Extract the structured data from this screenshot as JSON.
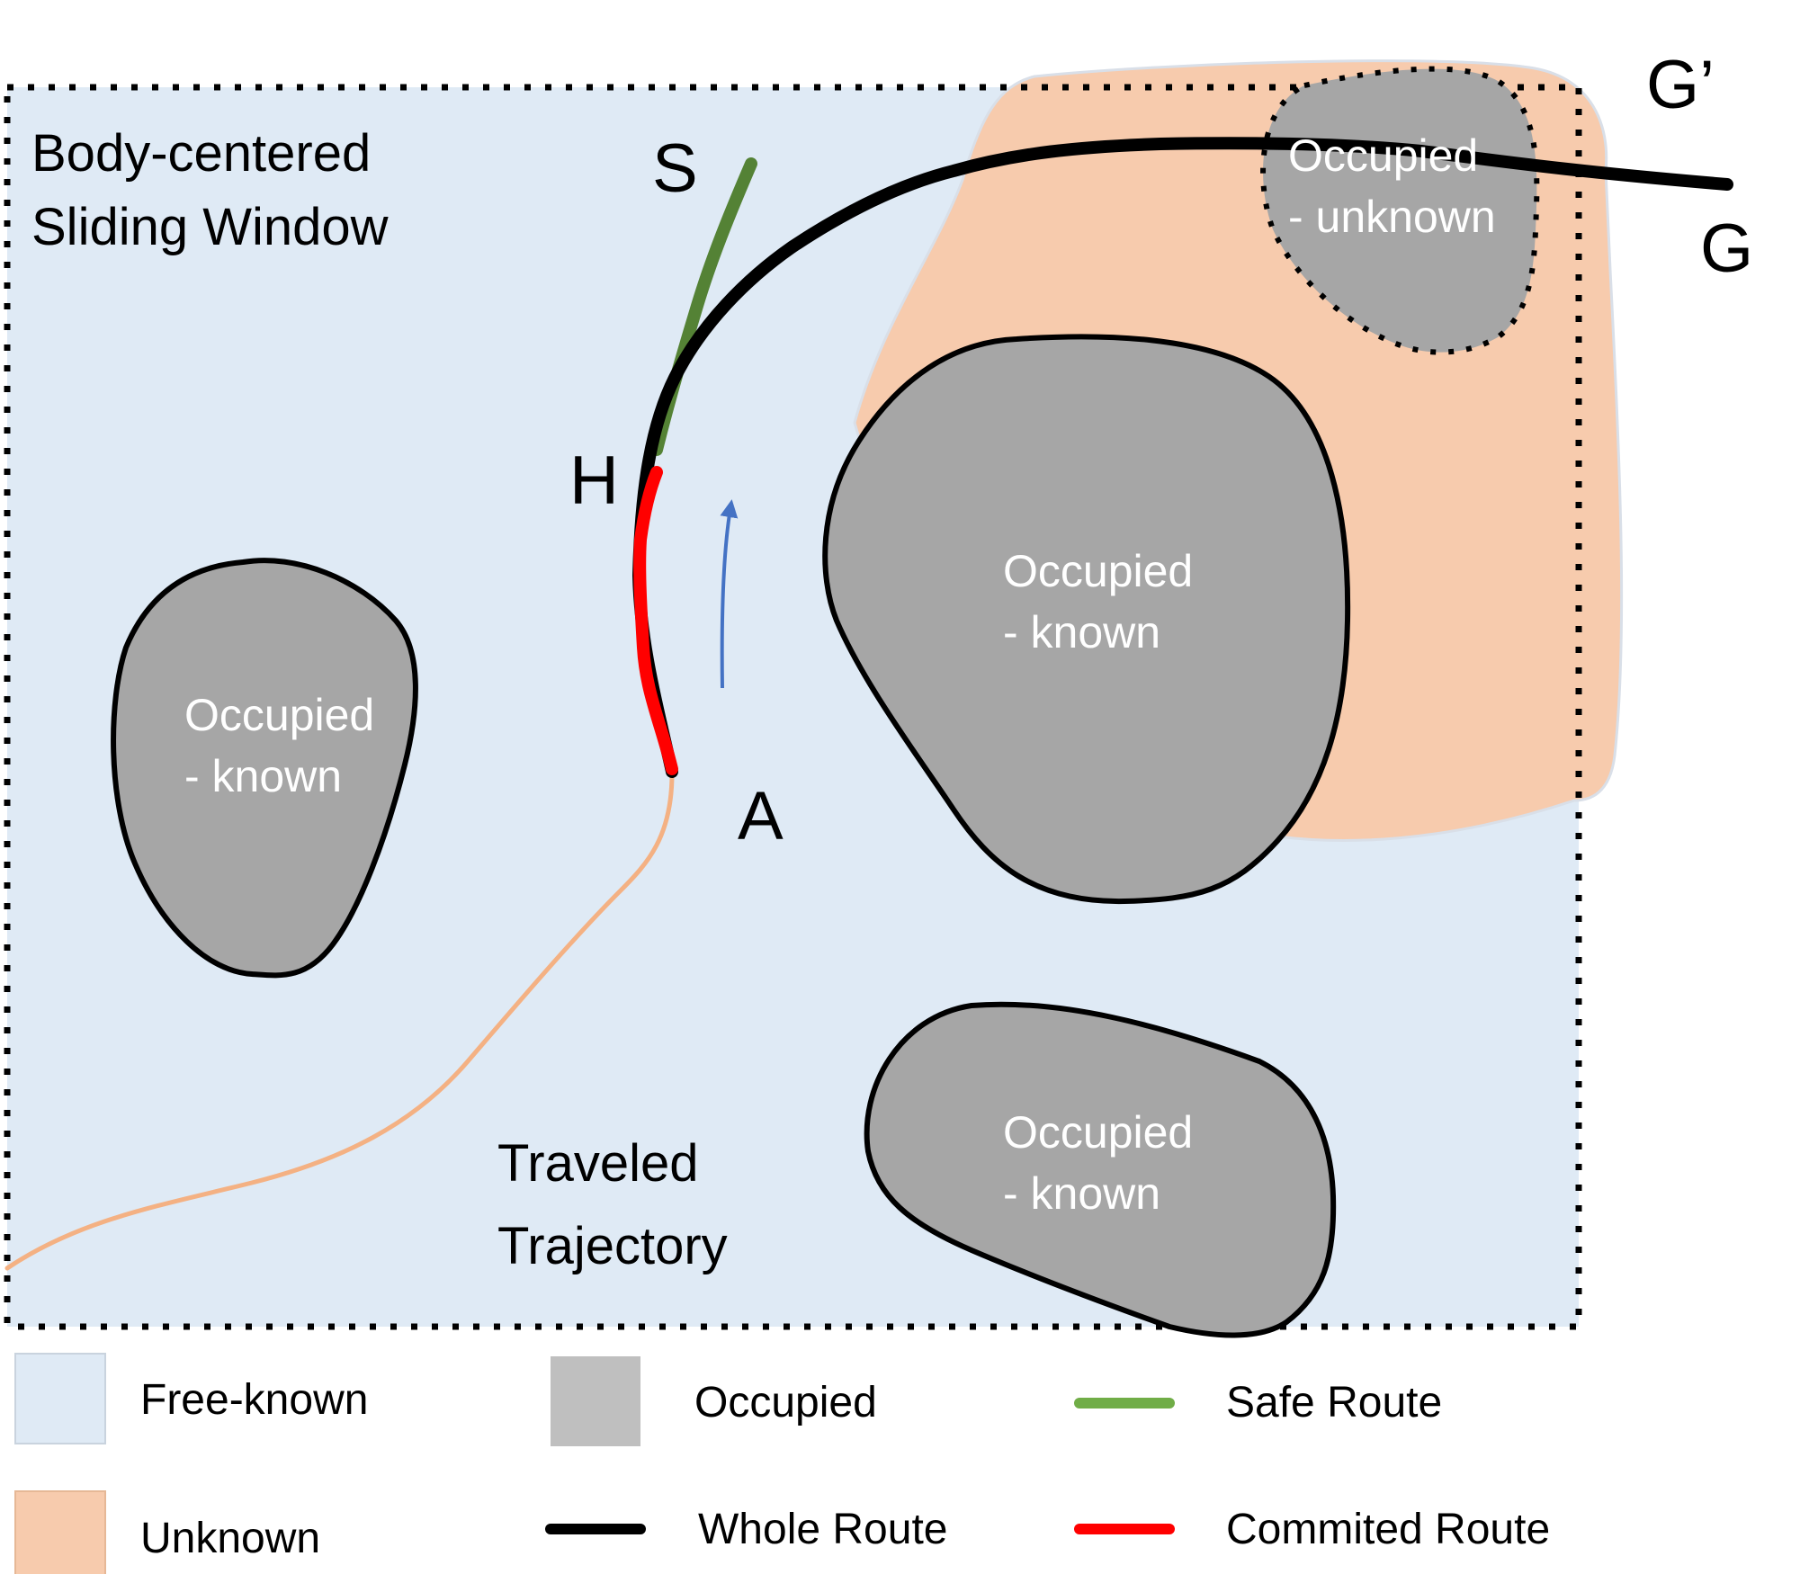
{
  "colors": {
    "free_known": "#dfeaf5",
    "unknown": "#f7cbad",
    "occupied": "#a6a6a6",
    "safe_route": "#548235",
    "whole_route": "#000000",
    "committed_route": "#ff0000",
    "traveled": "#f4b183",
    "heading_arrow": "#4472c4"
  },
  "window_label": [
    "Body-centered",
    "Sliding Window"
  ],
  "trajectory_label": [
    "Traveled",
    "Trajectory"
  ],
  "points": {
    "S": "S",
    "H": "H",
    "A": "A",
    "G": "G",
    "G_prime": "G’"
  },
  "obstacles": {
    "unknown_occupied": [
      "Occupied",
      "- unknown"
    ],
    "known_left": [
      "Occupied",
      "- known"
    ],
    "known_center": [
      "Occupied",
      "- known"
    ],
    "known_bottom": [
      "Occupied",
      "- known"
    ]
  },
  "legend": {
    "free_known": "Free-known",
    "unknown": "Unknown",
    "occupied": "Occupied",
    "whole_route": "Whole Route",
    "safe_route": "Safe Route",
    "committed_route": "Commited Route"
  }
}
